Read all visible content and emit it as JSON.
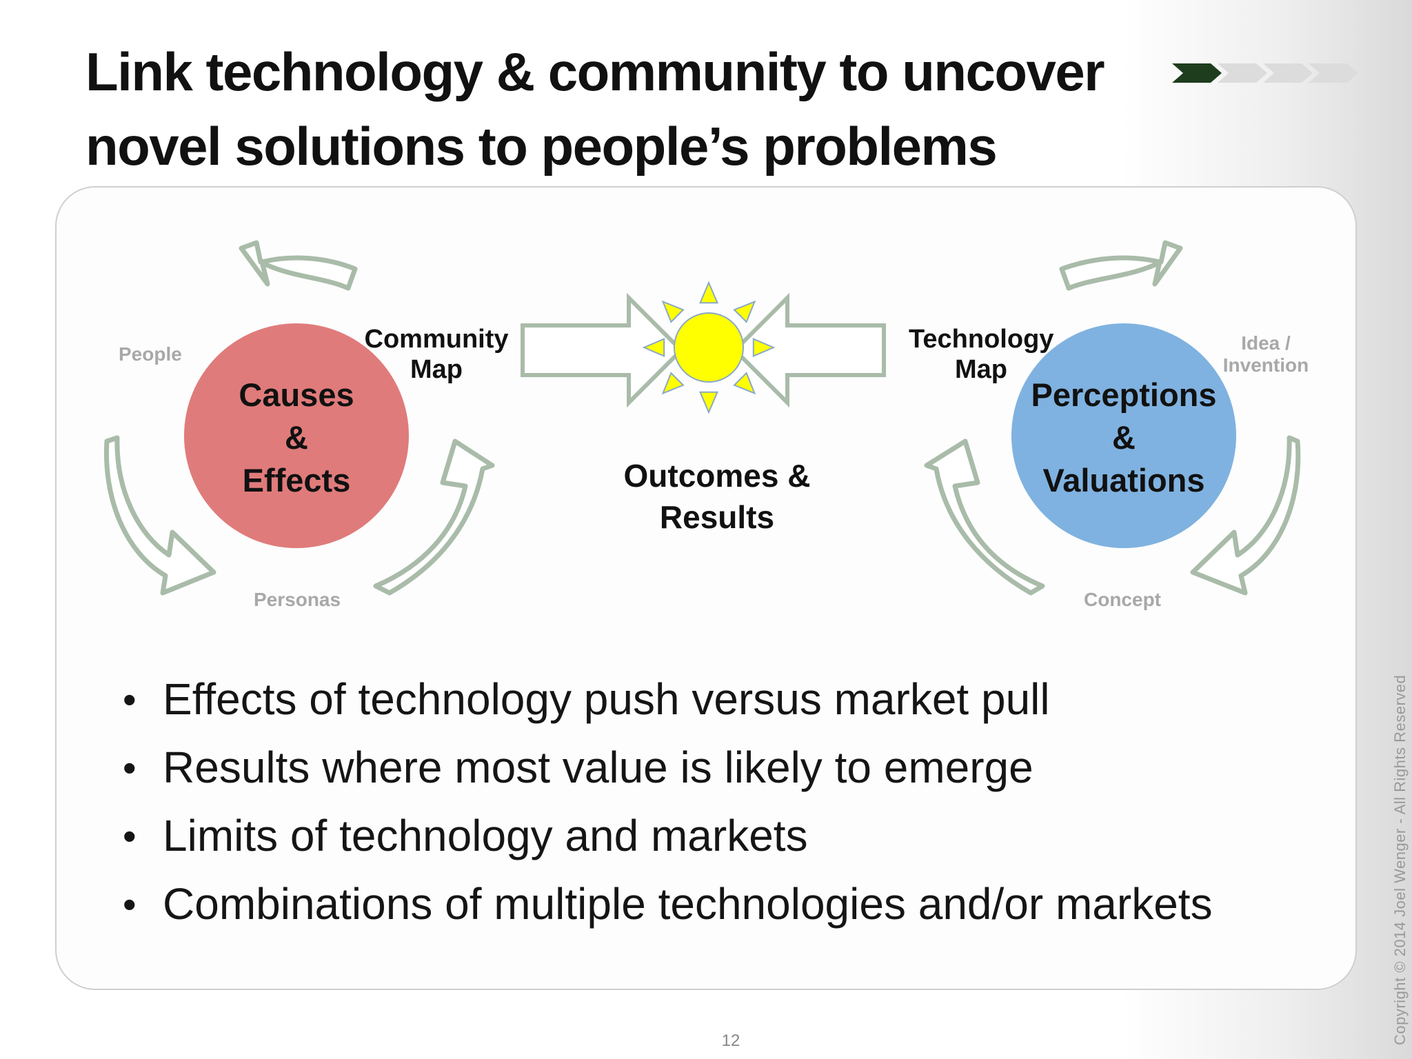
{
  "title": {
    "line1": "Link technology & community to uncover",
    "line2": "novel solutions to people’s problems"
  },
  "progress_indicator": {
    "total_steps": 4,
    "current_step": 1,
    "active_color": "#1d3d1d",
    "inactive_color": "#dcdcdc"
  },
  "diagram": {
    "left_cycle": {
      "circle_lines": [
        "Causes",
        "&",
        "Effects"
      ],
      "circle_color": "#e07b7b",
      "map_label_lines": [
        "Community",
        "Map"
      ],
      "label_people": "People",
      "label_personas": "Personas"
    },
    "right_cycle": {
      "circle_lines": [
        "Perceptions",
        "&",
        "Valuations"
      ],
      "circle_color": "#7fb2e0",
      "map_label_lines": [
        "Technology",
        "Map"
      ],
      "label_idea_lines": [
        "Idea /",
        "Invention"
      ],
      "label_concept": "Concept"
    },
    "center": {
      "outcome_lines": [
        "Outcomes &",
        "Results"
      ],
      "sun_color": "#ffff00"
    },
    "arrow_stroke_color": "#a9bba9"
  },
  "bullets": [
    "Effects of technology push versus market pull",
    "Results where most value is likely to emerge",
    "Limits of technology and markets",
    "Combinations of multiple technologies and/or markets"
  ],
  "bullet_symbol": "•",
  "copyright": "Copyright © 2014 Joel Wenger - All Rights Reserved",
  "page_number": "12"
}
